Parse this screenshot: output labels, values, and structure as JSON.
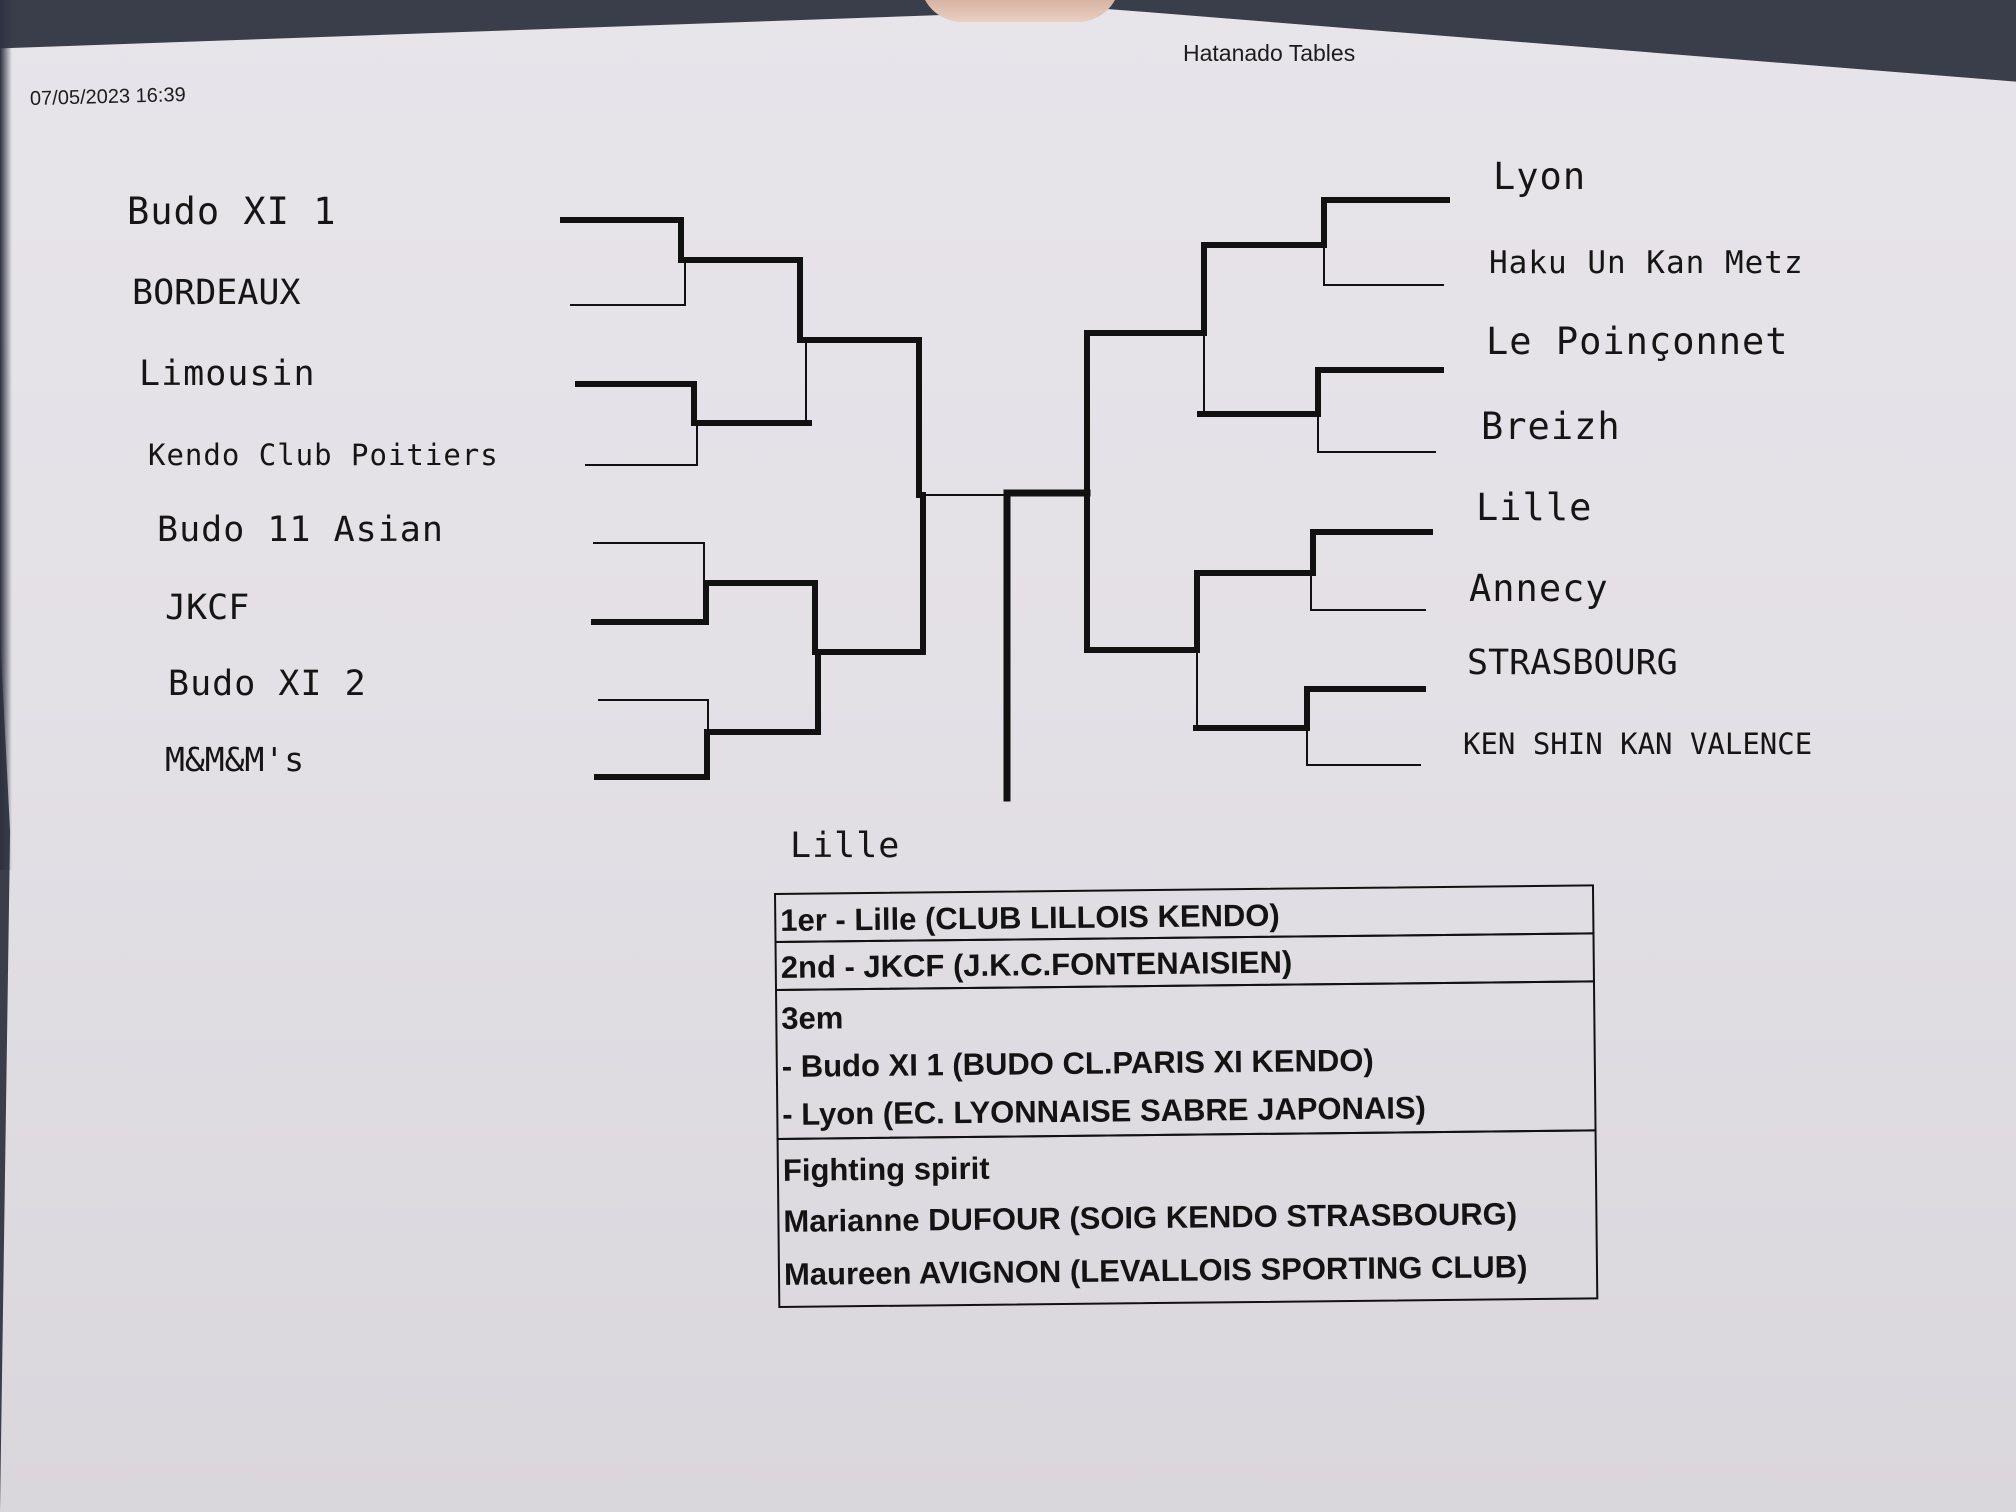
{
  "document": {
    "title": "Hatanado Tables",
    "timestamp": "07/05/2023 16:39"
  },
  "bracket": {
    "left_teams": [
      "Budo XI 1",
      "BORDEAUX",
      "Limousin",
      "Kendo Club Poitiers",
      "Budo 11 Asian",
      "JKCF",
      "Budo XI 2",
      "M&M&M's"
    ],
    "right_teams": [
      "Lyon",
      "Haku Un Kan Metz",
      "Le Poinçonnet",
      "Breizh",
      "Lille",
      "Annecy",
      "STRASBOURG",
      "KEN SHIN KAN VALENCE"
    ],
    "winner": "Lille"
  },
  "results": {
    "first": "1er - Lille (CLUB LILLOIS KENDO)",
    "second": "2nd - JKCF (J.K.C.FONTENAISIEN)",
    "third_title": "3em",
    "third_1": "- Budo XI 1 (BUDO CL.PARIS XI KENDO)",
    "third_2": "- Lyon (EC. LYONNAISE SABRE JAPONAIS)",
    "spirit_title": "Fighting spirit",
    "spirit_1": "Marianne DUFOUR (SOIG KENDO STRASBOURG)",
    "spirit_2": "Maureen AVIGNON (LEVALLOIS SPORTING CLUB)"
  }
}
